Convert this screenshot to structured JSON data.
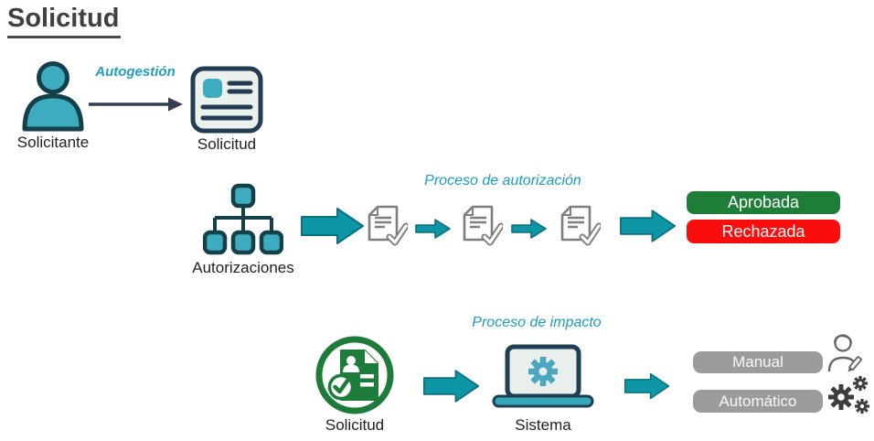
{
  "title": "Solicitud",
  "row1": {
    "actor_label": "Solicitante",
    "transition_label": "Autogestión",
    "card_label": "Solicitud"
  },
  "row2": {
    "source_label": "Autorizaciones",
    "process_label": "Proceso de autorización",
    "outcome_approved": "Aprobada",
    "outcome_rejected": "Rechazada"
  },
  "row3": {
    "source_label": "Solicitud",
    "process_label": "Proceso de impacto",
    "system_label": "Sistema",
    "outcome_manual": "Manual",
    "outcome_automatic": "Automático"
  },
  "icons": {
    "requester": "person-icon",
    "request_card": "request-card-icon",
    "authorizations": "org-chart-icon",
    "authorization_step": "document-check-icon",
    "flow": "block-arrow-icon",
    "request_badge": "request-approved-badge-icon",
    "system": "laptop-gear-icon",
    "manual": "person-writing-icon",
    "automatic": "gears-icon"
  },
  "colors": {
    "title": "#404040",
    "icon_teal": "#3cacbe",
    "icon_outline": "#1e3f54",
    "arrow_teal": "#0e96a6",
    "process_label_cyan": "#1b9cc2",
    "approved_green": "#1e7d36",
    "rejected_red": "#f90d0d",
    "neutral_gray": "#9c9c9c",
    "badge_green": "#1d7c3a",
    "document_gray": "#7f7f7f"
  }
}
